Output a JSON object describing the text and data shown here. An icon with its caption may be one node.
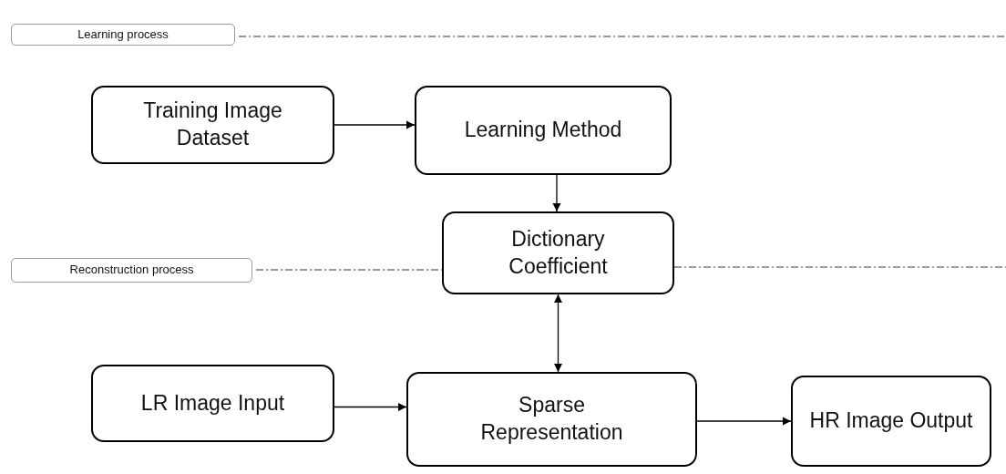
{
  "diagram": {
    "nodes": [
      {
        "text": [
          "Learning process"
        ]
      },
      {
        "text": [
          "Training Image Dataset"
        ]
      },
      {
        "text": [
          "Learning Method"
        ]
      },
      {
        "text": [
          "Dictionary Coefficient"
        ]
      },
      {
        "text": [
          "Reconstruction process"
        ]
      },
      {
        "text": [
          "LR Image Input"
        ]
      },
      {
        "text": [
          "Sparse Representation"
        ]
      },
      {
        "text": [
          "HR Image Output"
        ]
      }
    ],
    "edges": [
      {
        "from": 1,
        "to": 2,
        "arrow": "to"
      },
      {
        "from": 2,
        "to": 3,
        "arrow": "to"
      },
      {
        "from": 3,
        "to": 6,
        "arrow": "both"
      },
      {
        "from": 5,
        "to": 6,
        "arrow": "to"
      },
      {
        "from": 6,
        "to": 7,
        "arrow": "to"
      }
    ]
  }
}
